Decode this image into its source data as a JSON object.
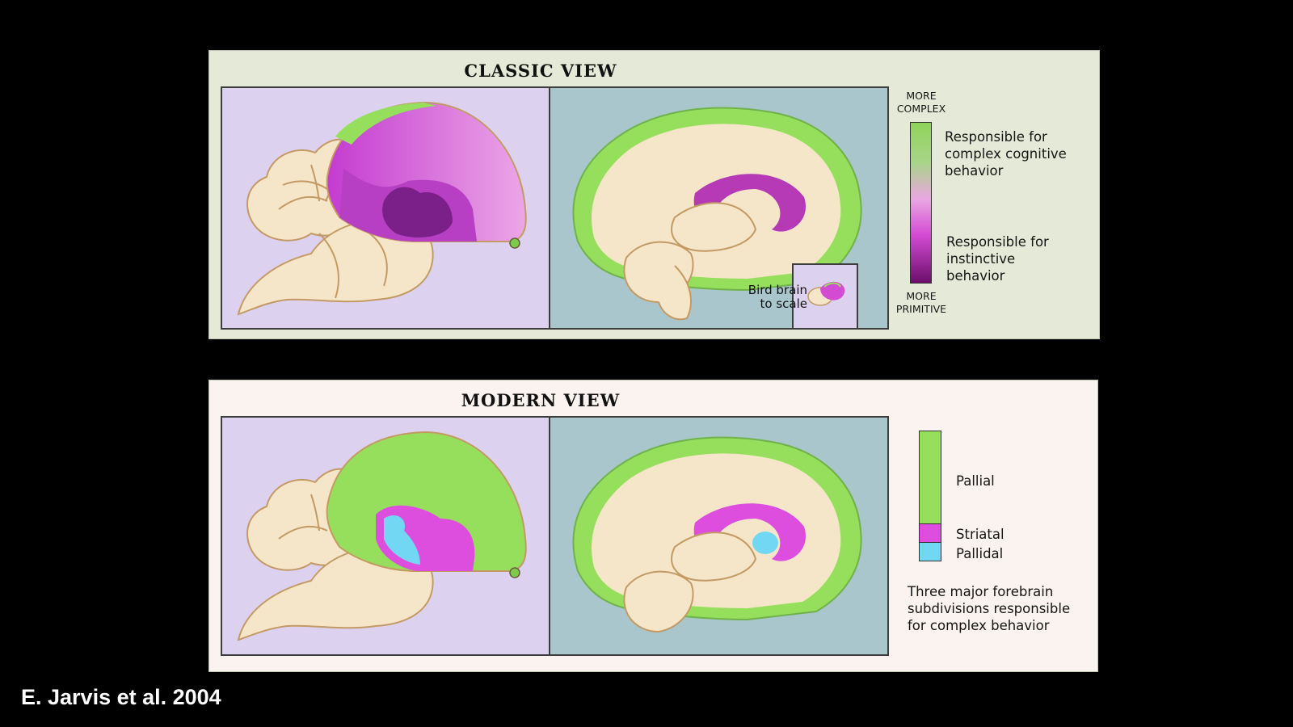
{
  "classic": {
    "title": "CLASSIC VIEW",
    "scale_top": "MORE\nCOMPLEX",
    "scale_bottom": "MORE\nPRIMITIVE",
    "label_complex": "Responsible for\ncomplex cognitive\nbehavior",
    "label_instinctive": "Responsible for\ninstinctive\nbehavior",
    "inset_label": "Bird brain\nto scale",
    "gradient_colors": [
      "#8fd35a",
      "#e9a6e2",
      "#d44bd3",
      "#6b0f6b"
    ]
  },
  "modern": {
    "title": "MODERN VIEW",
    "legend": [
      {
        "label": "Pallial",
        "color": "#96df5c"
      },
      {
        "label": "Striatal",
        "color": "#dd4ede"
      },
      {
        "label": "Pallidal",
        "color": "#72d7f2"
      }
    ],
    "caption": "Three major forebrain\nsubdivisions responsible\nfor complex behavior"
  },
  "credit": "E. Jarvis et al. 2004",
  "colors": {
    "bird_bg": "#dcd2f0",
    "mammal_bg": "#a9c6cc",
    "tissue": "#f6e6c9",
    "outline": "#c49a64",
    "cortex_green": "#96df5c"
  }
}
